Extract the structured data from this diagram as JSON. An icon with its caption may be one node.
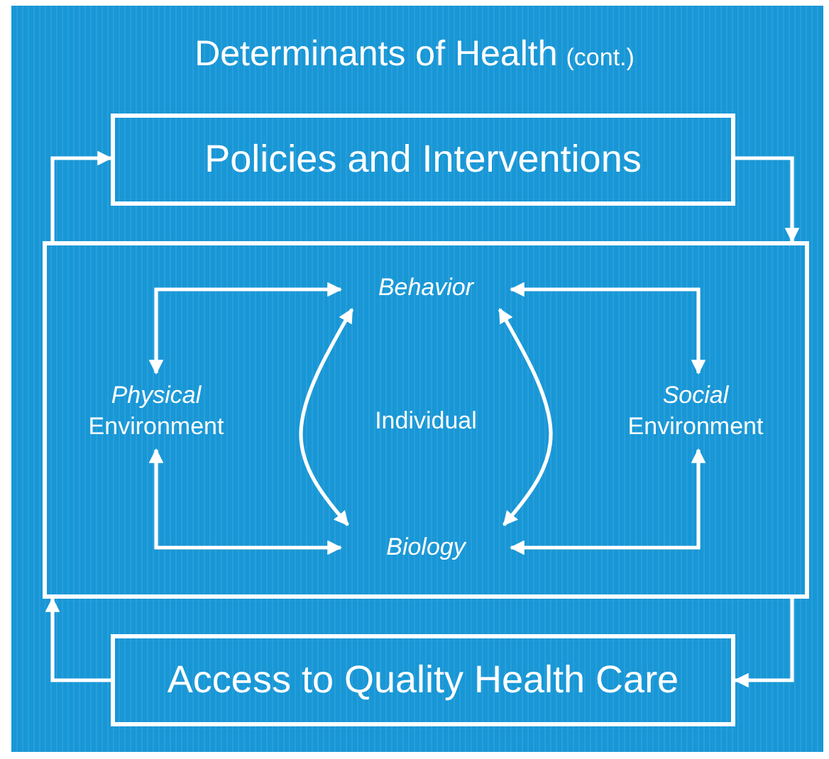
{
  "diagram": {
    "title": "Determinants of Health",
    "nodes": [
      {
        "text": [
          "Policies and Interventions"
        ]
      },
      {
        "text": [],
        "shape": "box"
      },
      {
        "text": [
          "Behavior"
        ],
        "in": 1
      },
      {
        "text": [
          "*Physical* Environment"
        ],
        "in": 1
      },
      {
        "text": [
          "Individual"
        ],
        "in": 1
      },
      {
        "text": [
          "*Social* Environment"
        ],
        "in": 1
      },
      {
        "text": [
          "Biology"
        ],
        "in": 1
      },
      {
        "text": [
          "Access to Quality Health Care"
        ]
      }
    ],
    "edges": [
      {
        "from": 1,
        "to": 0,
        "arrow": "to"
      },
      {
        "from": 0,
        "to": 1,
        "arrow": "to"
      },
      {
        "from": 1,
        "to": 7,
        "arrow": "to"
      },
      {
        "from": 7,
        "to": 1,
        "arrow": "to"
      },
      {
        "from": 3,
        "to": 2,
        "arrow": "both"
      },
      {
        "from": 3,
        "to": 6,
        "arrow": "both"
      },
      {
        "from": 5,
        "to": 2,
        "arrow": "both"
      },
      {
        "from": 5,
        "to": 6,
        "arrow": "both"
      },
      {
        "from": 2,
        "to": 6,
        "arrow": "both"
      },
      {
        "from": 2,
        "to": 6,
        "arrow": "both"
      }
    ],
    "labels": [
      "(cont.)"
    ]
  }
}
